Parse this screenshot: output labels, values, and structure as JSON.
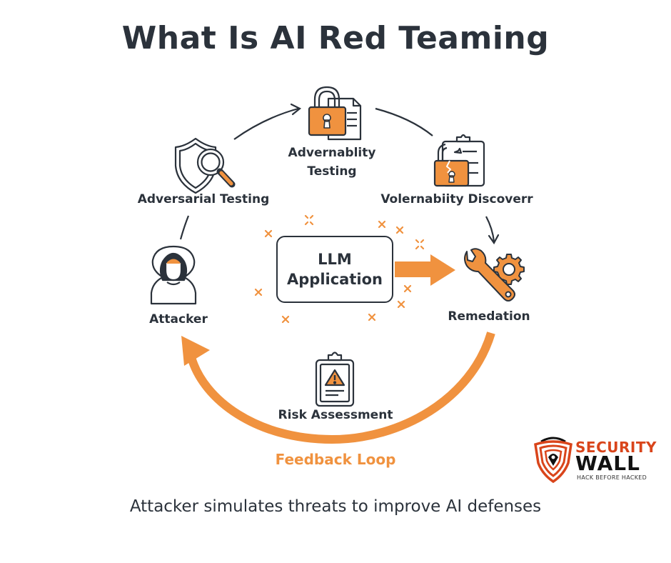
{
  "title": "What Is AI Red Teaming",
  "center": {
    "line1": "LLM",
    "line2": "Application"
  },
  "nodes": {
    "adversarial_testing": {
      "label": "Adversarial Testing",
      "icon": "shield-magnifier-icon"
    },
    "advernablity_testing": {
      "label_line1": "Advernablity",
      "label_line2": "Testing",
      "icon": "padlock-document-icon"
    },
    "volernability_discovery": {
      "label": "Volernabiity Discoverr",
      "icon": "broken-lock-clipboard-icon"
    },
    "remediation": {
      "label": "Remedation",
      "icon": "wrench-gear-icon"
    },
    "risk_assessment": {
      "label": "Risk Assessment",
      "icon": "warning-clipboard-icon"
    },
    "attacker": {
      "label": "Attacker",
      "icon": "hooded-attacker-icon"
    }
  },
  "feedback_loop": "Feedback Loop",
  "caption": "Attacker simulates threats to improve AI defenses",
  "logo": {
    "line1": "SECURITY",
    "line2": "WALL",
    "tagline": "HACK BEFORE HACKED"
  },
  "colors": {
    "accent": "#f0923f",
    "ink": "#2b323b",
    "logo_red": "#d9451b"
  }
}
